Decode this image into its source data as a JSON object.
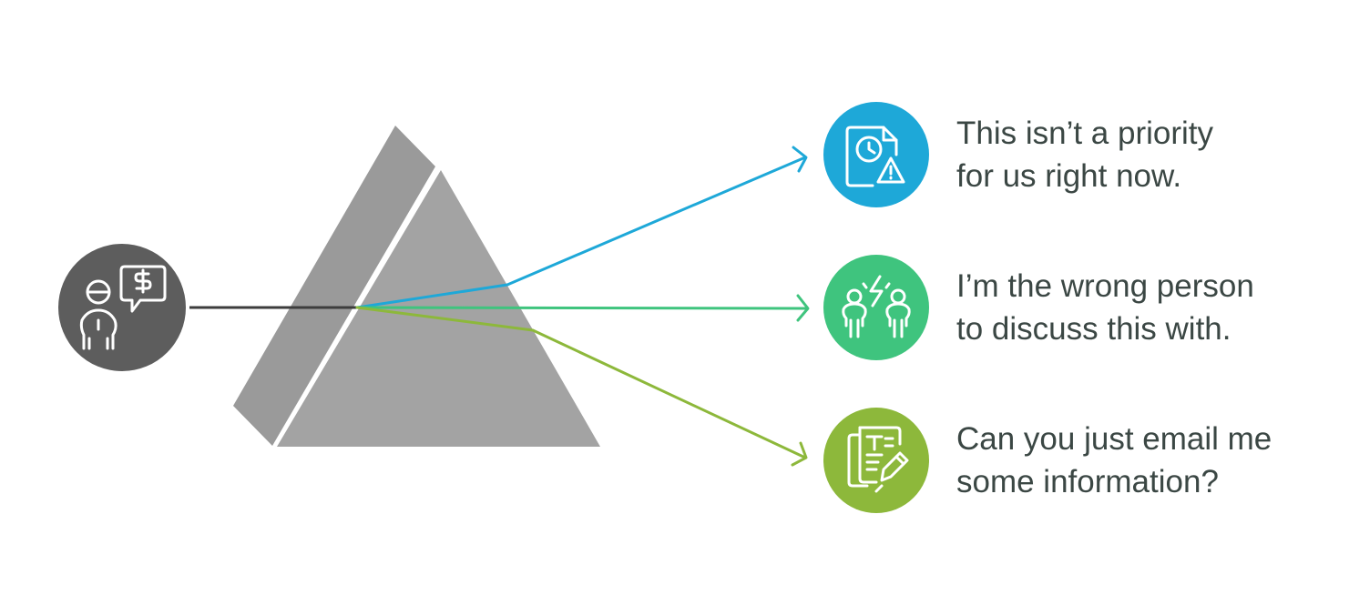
{
  "colors": {
    "background": "#ffffff",
    "prism_back": "#9a9a9a",
    "prism_front": "#a3a3a3",
    "prism_edge": "#ffffff",
    "source_circle": "#5d5d5d",
    "incoming_beam": "#3d3d3d",
    "text": "#3b4744"
  },
  "source": {
    "icon": "salesperson-with-dollar-speech-bubble-icon"
  },
  "outcomes": [
    {
      "id": "not-priority",
      "color": "#1ea8d8",
      "icon": "document-clock-warning-icon",
      "lines": [
        "This isn’t a priority",
        "for us right now."
      ]
    },
    {
      "id": "wrong-person",
      "color": "#3fc47e",
      "icon": "two-people-conflict-icon",
      "lines": [
        "I’m the wrong person",
        "to discuss this with."
      ]
    },
    {
      "id": "email-info",
      "color": "#8db83b",
      "icon": "document-edit-pencil-icon",
      "lines": [
        "Can you just email me",
        "some information?"
      ]
    }
  ]
}
